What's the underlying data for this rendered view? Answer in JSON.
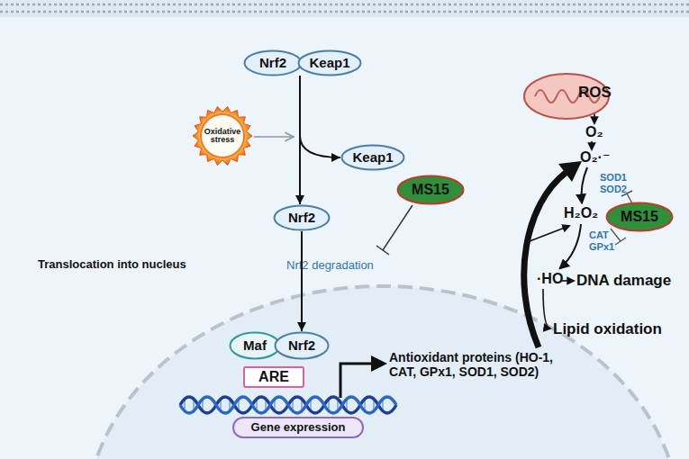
{
  "diagram": {
    "nodes": [
      {
        "text": [
          "Nrf2"
        ]
      },
      {
        "text": [
          "Keap1"
        ]
      },
      {
        "text": [
          "Oxidative stress"
        ]
      },
      {
        "text": [
          "Keap1"
        ]
      },
      {
        "text": [
          "MS15"
        ]
      },
      {
        "text": [
          "Nrf2"
        ]
      },
      {
        "text": [
          "Maf"
        ]
      },
      {
        "text": [
          "Nrf2"
        ]
      },
      {
        "text": [
          "ARE"
        ]
      },
      {
        "text": [
          "Gene expression"
        ]
      },
      {
        "text": [
          "ROS"
        ]
      },
      {
        "text": [
          "MS15"
        ]
      }
    ],
    "edges": [
      {
        "from": 0,
        "to": 5,
        "arrow": "to"
      },
      {
        "from": 0,
        "to": 3,
        "arrow": "to"
      },
      {
        "from": 5,
        "to": 7,
        "arrow": "to"
      }
    ],
    "labels": [
      "Translocation into nucleus",
      "Nrf2 degradation",
      "Antioxidant proteins (HO-1, CAT, GPx1, SOD1, SOD2)",
      "O₂",
      "O₂·⁻",
      "SOD1",
      "SOD2",
      "H₂O₂",
      "CAT",
      "GPx1",
      "·HO",
      "DNA damage",
      "Lipid oxidation"
    ]
  }
}
